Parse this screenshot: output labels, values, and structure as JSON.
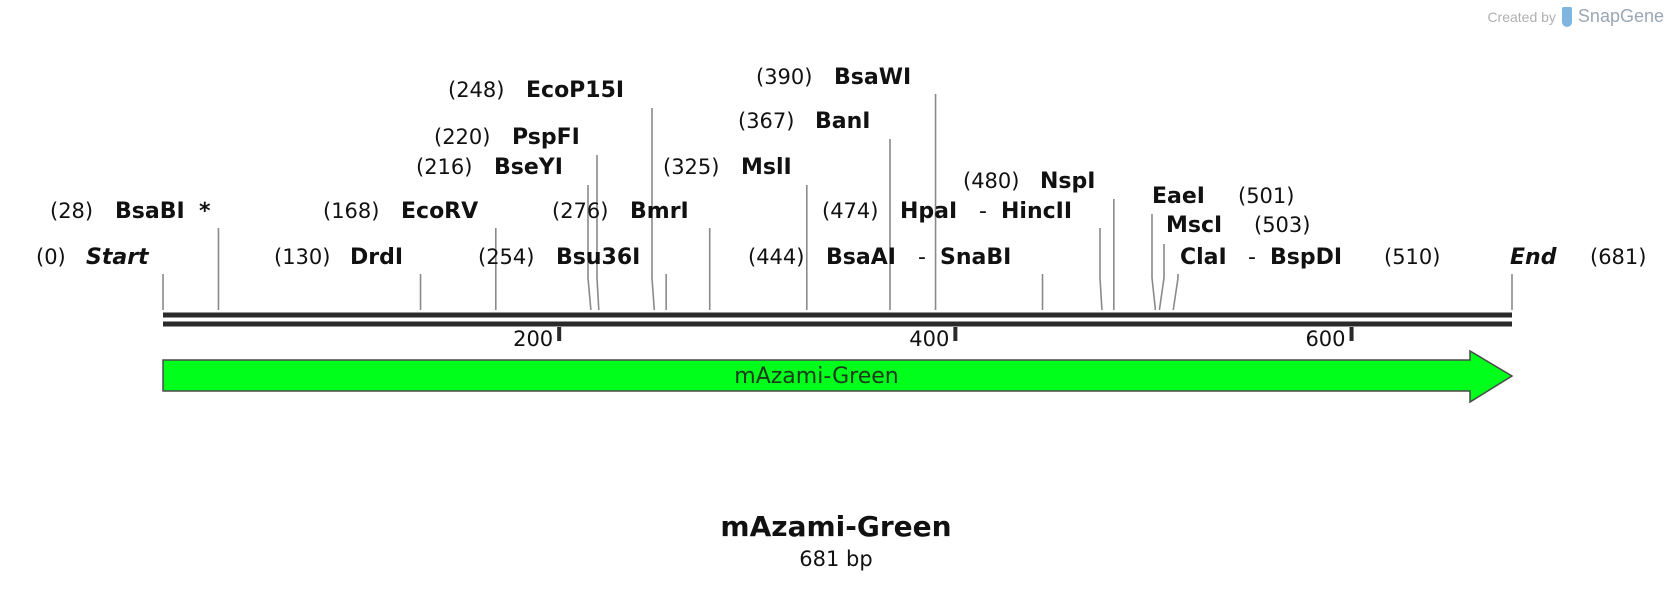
{
  "credit": {
    "created_by": "Created by",
    "brand": "SnapGene",
    "logo_icon": "snapgene-logo-icon"
  },
  "title": "mAzami-Green",
  "subtitle": "681 bp",
  "sequence_length": 681,
  "feature": {
    "label": "mAzami-Green",
    "start": 0,
    "end": 681,
    "color": "#00ff1a",
    "direction": "forward"
  },
  "ticks": [
    {
      "pos": 200,
      "label": "200"
    },
    {
      "pos": 400,
      "label": "400"
    },
    {
      "pos": 600,
      "label": "600"
    }
  ],
  "sites": [
    {
      "pos": 0,
      "num": "(0)",
      "name": "Start",
      "italic": true
    },
    {
      "pos": 28,
      "num": "(28)",
      "name": "BsaBI",
      "suffix": "*"
    },
    {
      "pos": 130,
      "num": "(130)",
      "name": "DrdI"
    },
    {
      "pos": 168,
      "num": "(168)",
      "name": "EcoRV"
    },
    {
      "pos": 216,
      "num": "(216)",
      "name": "BseYI"
    },
    {
      "pos": 220,
      "num": "(220)",
      "name": "PspFI"
    },
    {
      "pos": 248,
      "num": "(248)",
      "name": "EcoP15I"
    },
    {
      "pos": 254,
      "num": "(254)",
      "name": "Bsu36I"
    },
    {
      "pos": 276,
      "num": "(276)",
      "name": "BmrI"
    },
    {
      "pos": 325,
      "num": "(325)",
      "name": "MslI"
    },
    {
      "pos": 367,
      "num": "(367)",
      "name": "BanI"
    },
    {
      "pos": 390,
      "num": "(390)",
      "name": "BsaWI"
    },
    {
      "pos": 444,
      "num": "(444)",
      "name": "BsaAI",
      "extra": "SnaBI"
    },
    {
      "pos": 474,
      "num": "(474)",
      "name": "HpaI",
      "extra": "HincII"
    },
    {
      "pos": 480,
      "num": "(480)",
      "name": "NspI"
    },
    {
      "pos": 501,
      "num": "(501)",
      "name": "EaeI"
    },
    {
      "pos": 503,
      "num": "(503)",
      "name": "MscI"
    },
    {
      "pos": 510,
      "num": "(510)",
      "name": "ClaI",
      "extra": "BspDI"
    },
    {
      "pos": 681,
      "num": "(681)",
      "name": "End",
      "italic": true
    }
  ]
}
